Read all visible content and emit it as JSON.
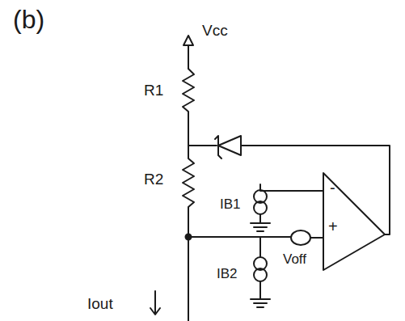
{
  "diagram": {
    "labels": [
      "(b)",
      "Vcc",
      "R1",
      "R2",
      "IB1",
      "IB2",
      "Voff",
      "Iout",
      "-",
      "+"
    ]
  }
}
